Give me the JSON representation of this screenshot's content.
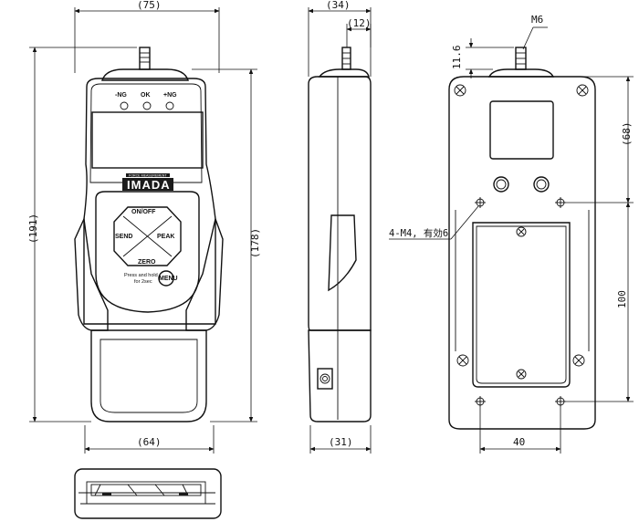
{
  "dimensions": {
    "front_width": "(75)",
    "front_height_total": "(191)",
    "front_height_body": "(178)",
    "front_bottom_width": "(64)",
    "side_depth": "(34)",
    "side_offset": "(12)",
    "side_bottom_depth": "(31)",
    "back_thread_label": "M6",
    "back_thread_height": "11.6",
    "back_upper_height": "(68)",
    "back_holes_label": "4-M4, 有効6",
    "back_hole_spacing_vertical": "100",
    "back_hole_spacing_horizontal": "40"
  },
  "device": {
    "indicator_labels": [
      "-NG",
      "OK",
      "+NG"
    ],
    "brand": "IMADA",
    "brand_tagline": "FORCE MEASUREMENT",
    "buttons": {
      "top": "ON/OFF",
      "left": "SEND",
      "right": "PEAK",
      "bottom": "ZERO",
      "menu": "MENU"
    },
    "menu_hint_line1": "Press and hold",
    "menu_hint_line2": "for 2sec"
  }
}
